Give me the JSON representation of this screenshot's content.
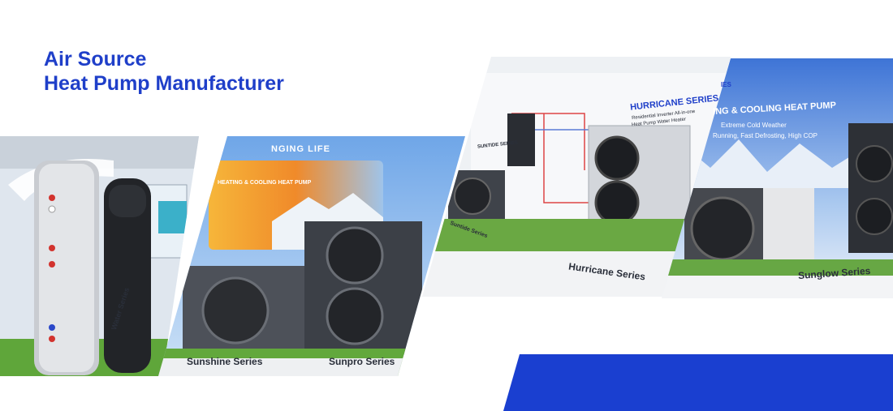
{
  "headline": {
    "line1": "Air Source",
    "line2": "Heat Pump Manufacturer"
  },
  "panels": {
    "water_heater": {
      "label": "Water Series"
    },
    "sunshine": {
      "banner": "NGING LIFE",
      "sub_banner": "HEATING & COOLING HEAT PUMP",
      "label": "Sunshine Series"
    },
    "sunpro": {
      "label": "Sunpro Series"
    },
    "suntide": {
      "label": "Suntide Series",
      "sign": "SUNTIDE SERIES"
    },
    "hurricane": {
      "title": "HURRICANE SERIES",
      "subtitle1": "Residential Inverter All-in-one",
      "subtitle2": "Heat Pump Water Heater",
      "label": "Hurricane Series"
    },
    "sunglow": {
      "title": "ING & COOLING HEAT PUMP",
      "sub1": "Extreme Cold Weather",
      "sub2": "Running, Fast Defrosting, High COP",
      "label": "Sunglow Series",
      "tag": "IES"
    }
  },
  "colors": {
    "brand_blue": "#1f3fc9",
    "band_blue": "#1a3fd0"
  }
}
